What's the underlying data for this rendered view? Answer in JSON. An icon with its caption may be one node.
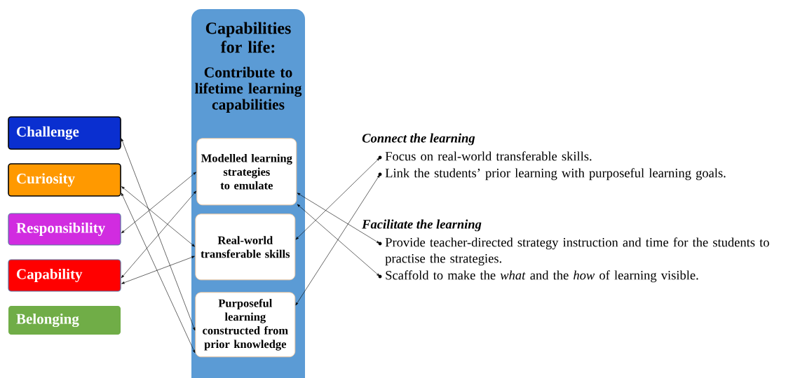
{
  "diagram": {
    "nodes": [
      {
        "text": [
          "Challenge"
        ]
      },
      {
        "text": [
          "Curiosity"
        ]
      },
      {
        "text": [
          "Responsibility"
        ]
      },
      {
        "text": [
          "Capability"
        ]
      },
      {
        "text": [
          "Belonging"
        ]
      },
      {
        "text": [
          "Capabilities for life:",
          "Contribute to lifetime learning capabilities"
        ]
      },
      {
        "text": [
          "Modelled learning strategies to emulate"
        ],
        "in": 5
      },
      {
        "text": [
          "Real-world transferable skills"
        ],
        "in": 5
      },
      {
        "text": [
          "Purposeful learning constructed from prior knowledge"
        ],
        "in": 5
      },
      {
        "text": [
          "Focus on real-world transferable skills."
        ]
      },
      {
        "text": [
          "Link the students’ prior learning with purposeful learning goals."
        ]
      },
      {
        "text": [
          "Provide teacher-directed strategy instruction and time for the students to practise the strategies."
        ]
      },
      {
        "text": [
          "Scaffold to make the *what* and the *how* of learning visible."
        ]
      }
    ],
    "edges": [
      {
        "from": 0,
        "to": 8,
        "arrow": "both"
      },
      {
        "from": 1,
        "to": 7,
        "arrow": "both"
      },
      {
        "from": 1,
        "to": 8,
        "arrow": "both"
      },
      {
        "from": 2,
        "to": 6,
        "arrow": "both"
      },
      {
        "from": 3,
        "to": 6,
        "arrow": "both"
      },
      {
        "from": 3,
        "to": 7,
        "arrow": "both"
      },
      {
        "from": 9,
        "to": 7,
        "arrow": "both"
      },
      {
        "from": 10,
        "to": 8,
        "arrow": "both"
      },
      {
        "from": 11,
        "to": 6,
        "arrow": "both"
      },
      {
        "from": 12,
        "to": 6,
        "arrow": "both"
      }
    ],
    "labels": [
      "Connect the learning",
      "Facilitate the learning"
    ]
  }
}
